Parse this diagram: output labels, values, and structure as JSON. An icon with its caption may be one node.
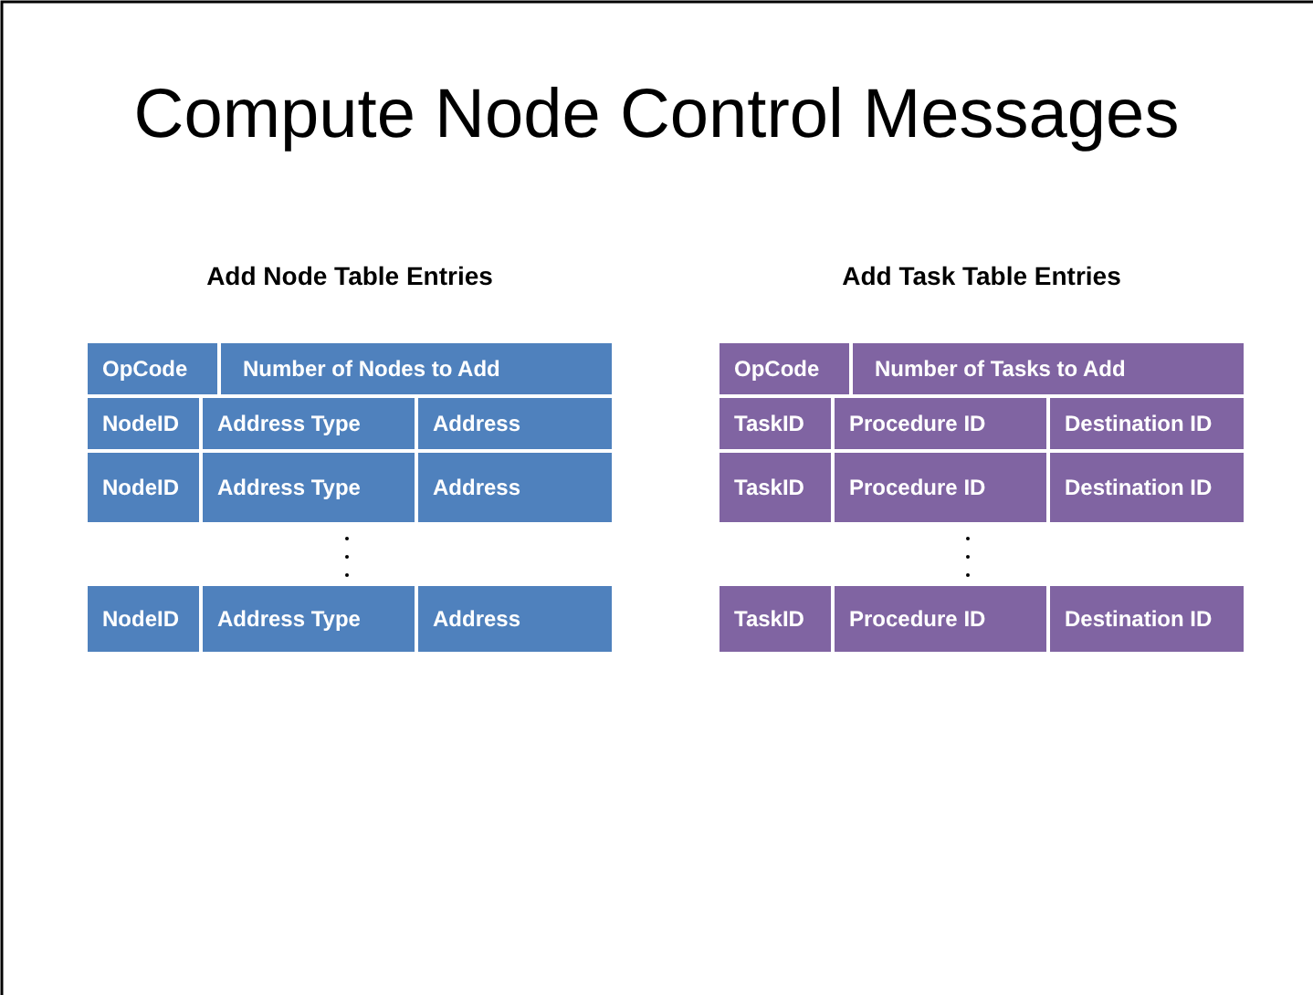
{
  "diagram": {
    "title": "Compute Node Control Messages",
    "labels": [
      "Add Node Table Entries",
      "OpCode",
      "Number of Nodes to Add",
      "NodeID",
      "Address Type",
      "Address",
      "NodeID",
      "Address Type",
      "Address",
      "NodeID",
      "Address Type",
      "Address",
      "Add Task Table Entries",
      "OpCode",
      "Number of Tasks to Add",
      "TaskID",
      "Procedure ID",
      "Destination ID",
      "TaskID",
      "Procedure ID",
      "Destination ID",
      "TaskID",
      "Procedure ID",
      "Destination ID"
    ]
  }
}
